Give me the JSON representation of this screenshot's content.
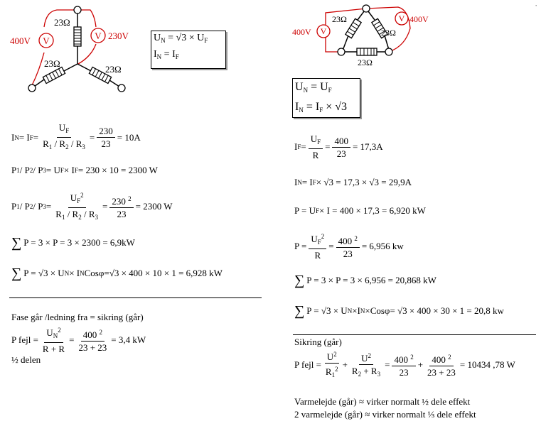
{
  "left_diagram": {
    "resistor_label": "23Ω",
    "meter_letter": "V",
    "meter_left_value": "400V",
    "meter_right_value": "230V"
  },
  "left_box": {
    "line1_lhs": "U",
    "line1_lhs_sub": "N",
    "line1_rhs_a": "= √3 × U",
    "line1_rhs_sub": "F",
    "line2_lhs": "I",
    "line2_lhs_sub": "N",
    "line2_rhs": "= I",
    "line2_rhs_sub": "F"
  },
  "right_diagram": {
    "resistor_label": "23Ω",
    "meter_letter": "V",
    "meter_value": "400V"
  },
  "right_box": {
    "line1": "U",
    "line1_sub": "N",
    "line1_mid": " = U",
    "line1_sub2": "F",
    "line2": "I",
    "line2_sub": "N",
    "line2_mid": " = I",
    "line2_sub2": "F",
    "line2_tail": " × √3"
  },
  "left_eqs": {
    "e1_lhs": "I",
    "e1_sub1": "N",
    "e1_mid": " = I",
    "e1_sub2": "F",
    "e1_eq": " =",
    "e1_num": "U",
    "e1_num_sub": "F",
    "e1_den": "R",
    "e1_den_s1": "1",
    "e1_den_sep": " / R",
    "e1_den_s2": "2",
    "e1_den_sep2": " / R",
    "e1_den_s3": "3",
    "e1_num2": "230",
    "e1_den2": "23",
    "e1_result": "= 10A",
    "e2_text": "P",
    "e2_s1": "1",
    "e2_sep": " / P",
    "e2_s2": "2",
    "e2_sep2": " / P",
    "e2_s3": "3",
    "e2_mid": " = U",
    "e2_sub_f": "F",
    "e2_mid2": " × I",
    "e2_sub_f2": "F",
    "e2_result": " = 230 × 10 = 2300 W",
    "e3_lhs": "P",
    "e3_s1": "1",
    "e3_sep": " / P",
    "e3_s2": "2",
    "e3_sep2": " / P",
    "e3_s3": "3",
    "e3_eq": " =",
    "e3_num": "U",
    "e3_num_sub": "F",
    "e3_num_sup": "2",
    "e3_den": "R",
    "e3_den_s1": "1",
    "e3_den_sep": " / R",
    "e3_den_s2": "2",
    "e3_den_sep2": " / R",
    "e3_den_s3": "3",
    "e3_num2": "230",
    "e3_num2_sup": "2",
    "e3_den2": "23",
    "e3_result": "= 2300 W",
    "e4_sum": "∑",
    "e4_text": "P = 3 × P = 3 × 2300 = 6,9kW",
    "e5_sum": "∑",
    "e5_a": "P = √3 × U",
    "e5_sub1": "N",
    "e5_b": " × I",
    "e5_sub2": "N",
    "e5_c": "Cosφ=√3 × 400 × 10 × 1 = 6,928 kW",
    "fault_title": "Fase går /ledning fra = sikring (går)",
    "fault_lhs": "P fejl =",
    "fault_num": "U",
    "fault_num_sub": "N",
    "fault_num_sup": "2",
    "fault_den": "R + R",
    "fault_num2": "400",
    "fault_num2_sup": "2",
    "fault_den2": "23 + 23",
    "fault_result": "= 3,4 kW",
    "fault_note": "½ delen"
  },
  "right_eqs": {
    "r1_lhs": "I",
    "r1_sub": "F",
    "r1_eq": " =",
    "r1_num": "U",
    "r1_num_sub": "F",
    "r1_den": "R",
    "r1_num2": "400",
    "r1_den2": "23",
    "r1_result": "= 17,3A",
    "r2_a": "I",
    "r2_sub1": "N",
    "r2_b": " = I",
    "r2_sub2": "F",
    "r2_c": " × √3 = 17,3 × √3 = 29,9A",
    "r3_a": "P = U",
    "r3_sub": "F",
    "r3_b": " × I = 400 × 17,3 = 6,920 kW",
    "r4_lhs": "P =",
    "r4_num": "U",
    "r4_num_sub": "F",
    "r4_num_sup": "2",
    "r4_den": "R",
    "r4_num2": "400",
    "r4_num2_sup": "2",
    "r4_den2": "23",
    "r4_result": "= 6,956 kw",
    "r5_sum": "∑",
    "r5_text": "P = 3 × P = 3 × 6,956 = 20,868 kW",
    "r6_sum": "∑",
    "r6_a": "P = √3 × U",
    "r6_sub1": "N",
    "r6_b": " ×I",
    "r6_sub2": "N",
    "r6_c": "×Cosφ= √3 × 400 × 30 × 1 = 20,8 kw",
    "fuse_title": "Sikring (går)",
    "fuse_lhs": "P fejl =",
    "fuse_n1": "U",
    "fuse_n1_sup": "2",
    "fuse_d1": "R",
    "fuse_d1_sub": "1",
    "fuse_d1_sup": "2",
    "fuse_plus": "+",
    "fuse_n2": "U",
    "fuse_n2_sup": "2",
    "fuse_d2": "R",
    "fuse_d2_sub": "2",
    "fuse_d2_mid": " + R",
    "fuse_d2_sub2": "3",
    "fuse_eq": "=",
    "fuse_n3": "400",
    "fuse_n3_sup": "2",
    "fuse_d3": "23",
    "fuse_plus2": "+",
    "fuse_n4": "400",
    "fuse_n4_sup": "2",
    "fuse_d4": "23 + 23",
    "fuse_result": "= 10434 ,78 W",
    "note1": "Varmelejde (går) ≈ virker normalt ½ dele effekt",
    "note2": "2 varmelejde (går) ≈  virker normalt ⅓ dele effekt"
  },
  "top_right_mark": "·",
  "colors": {
    "wire_red": "#cc0000",
    "black": "#000000",
    "shadow": "#999999"
  }
}
